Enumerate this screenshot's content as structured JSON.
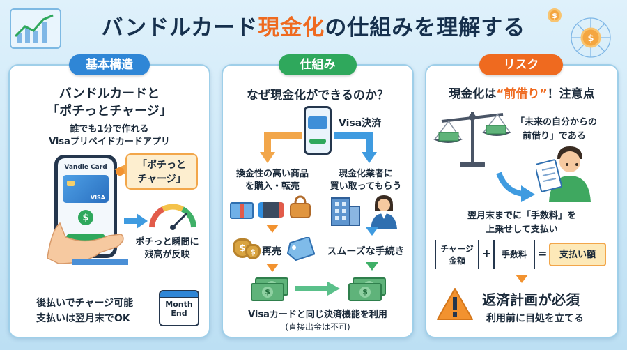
{
  "title": {
    "pre": "バンドルカード",
    "accent": "現金化",
    "post": "の仕組みを理解する"
  },
  "left": {
    "badge": "基本構造",
    "heading1": "バンドルカードと",
    "heading2": "「ポチっとチャージ」",
    "sub1": "誰でも1分で作れる",
    "sub2": "Visaプリペイドカードアプリ",
    "card_name": "Vandle Card",
    "card_brand": "VISA",
    "callout1": "「ポチっと",
    "callout2": "チャージ」",
    "reflect1": "ポチっと瞬間に",
    "reflect2": "残高が反映",
    "pay1": "後払いでチャージ可能",
    "pay2": "支払いは翌月末でOK",
    "cal1": "Month",
    "cal2": "End"
  },
  "middle": {
    "badge": "仕組み",
    "heading": "なぜ現金化ができるのか？",
    "visa_label": "Visa決済",
    "left1": "換金性の高い商品",
    "left2": "を購入・転売",
    "right1": "現金化業者に",
    "right2": "買い取ってもらう",
    "resale": "再売",
    "smooth": "スムーズな手続き",
    "bottom1": "Visaカードと同じ決済機能を利用",
    "bottom2": "(直接出金は不可)"
  },
  "right": {
    "badge": "リスク",
    "heading_pre": "現金化は",
    "heading_accent": "“前借り”",
    "heading_post": "！注意点",
    "quote1": "「未来の自分からの",
    "quote2": "前借り」である",
    "fee1": "翌月末までに「手数料」を",
    "fee2": "上乗せして支払い",
    "box1a": "チャージ",
    "box1b": "金額",
    "plus": "+",
    "box2": "手数料",
    "equals": "=",
    "box3": "支払い額",
    "warn1": "返済計画が必須",
    "warn2": "利用前に目処を立てる"
  },
  "colors": {
    "blue": "#2f86d6",
    "green": "#2fa85c",
    "orange": "#ef6a1f"
  },
  "icons": [
    "chart-icon",
    "coin-icon",
    "network-icon",
    "phone-icon",
    "gauge-icon",
    "calendar-icon",
    "gift-card-icon",
    "game-console-icon",
    "handbag-icon",
    "building-icon",
    "staff-icon",
    "money-bag-icon",
    "price-tag-icon",
    "banknote-icon",
    "scale-icon",
    "worried-person-icon",
    "warning-icon"
  ]
}
